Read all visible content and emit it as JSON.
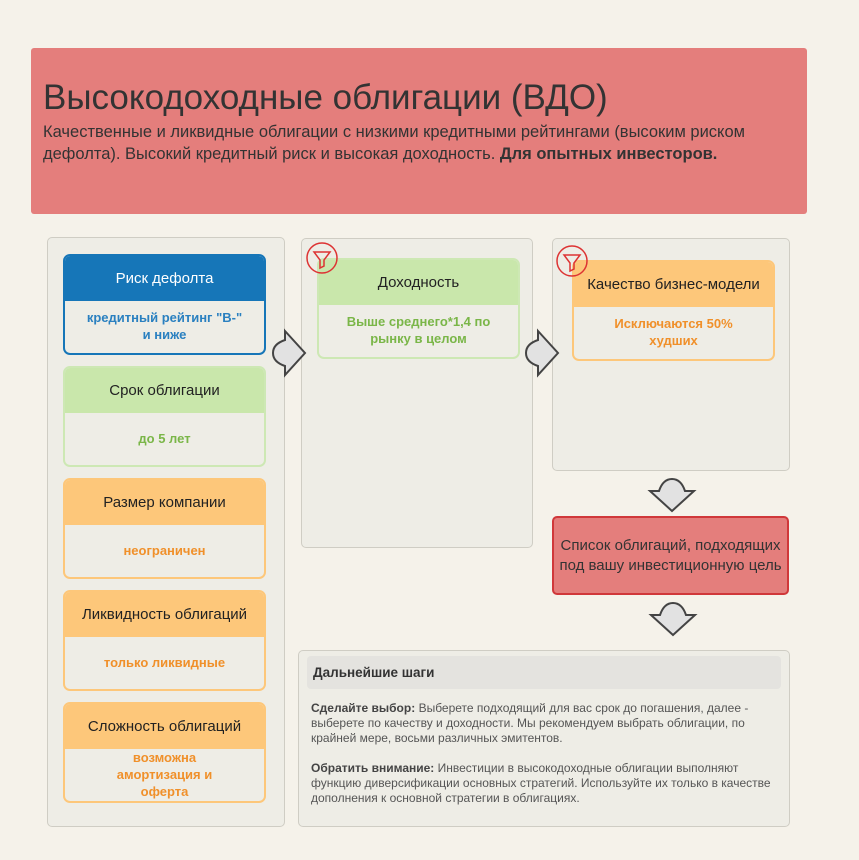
{
  "header": {
    "title": "Высокодоходные облигации (ВДО)",
    "subtitle": "Качественные и ликвидные облигации с низкими кредитными рейтингами (высоким риском дефолта). Высокий кредитный риск и высокая доходность.",
    "subtitle_bold": "Для опытных инвесторов."
  },
  "criteria": [
    {
      "title": "Риск дефолта",
      "value": "кредитный рейтинг \"B-\" и ниже"
    },
    {
      "title": "Срок облигации",
      "value": "до 5 лет"
    },
    {
      "title": "Размер компании",
      "value": "неограничен"
    },
    {
      "title": "Ликвидность облигаций",
      "value": "только ликвидные"
    },
    {
      "title": "Сложность облигаций",
      "value": "возможна амортизация и оферта"
    }
  ],
  "filters": [
    {
      "title": "Доходность",
      "value": "Выше среднего*1,4 по рынку в целом"
    },
    {
      "title": "Качество бизнес-модели",
      "value": "Исключаются 50% худших"
    }
  ],
  "result": "Список облигаций, подходящих под вашу инвестиционную цель",
  "steps": {
    "title": "Дальнейшие шаги",
    "p1_bold": "Сделайте выбор:",
    "p1": "Выберете подходящий для вас срок до погашения, далее - выберете по качеству и доходности. Мы рекомендуем выбрать облигации, по крайней мере, восьми различных эмитентов.",
    "p2_bold": "Обратить внимание:",
    "p2": "Инвестиции в высокодоходные облигации выполняют функцию диверсификации основных стратегий. Используйте их только в качестве дополнения к основной стратегии в облигациях."
  }
}
